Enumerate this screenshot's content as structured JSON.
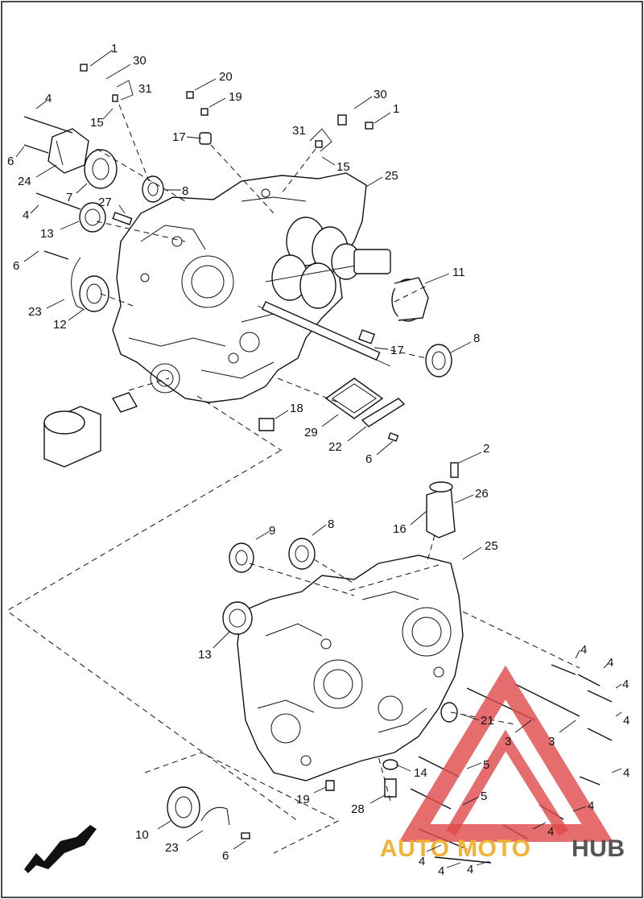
{
  "watermark": {
    "part_a": "AUTO",
    "part_b": "MOTO",
    "part_c": "HUB",
    "colors": {
      "triangle": "#e04848",
      "auto": "#f2b233",
      "moto": "#f2b233",
      "hub": "#555555"
    }
  },
  "callouts": {
    "c_1a": "1",
    "c_30a": "30",
    "c_31a": "31",
    "c_15a": "15",
    "c_20": "20",
    "c_19a": "19",
    "c_17a": "17",
    "c_30b": "30",
    "c_1b": "1",
    "c_31b": "31",
    "c_15b": "15",
    "c_4a": "4",
    "c_6a": "6",
    "c_24": "24",
    "c_8a": "8",
    "c_7": "7",
    "c_27": "27",
    "c_4b": "4",
    "c_13a": "13",
    "c_25a": "25",
    "c_6b": "6",
    "c_11": "11",
    "c_23a": "23",
    "c_12": "12",
    "c_17b": "17",
    "c_8b": "8",
    "c_18": "18",
    "c_29": "29",
    "c_22": "22",
    "c_6c": "6",
    "c_2": "2",
    "c_26": "26",
    "c_16": "16",
    "c_9": "9",
    "c_8c": "8",
    "c_25b": "25",
    "c_13b": "13",
    "c_4c": "4",
    "c_4d": "4",
    "c_4e": "4",
    "c_21": "21",
    "c_3a": "3",
    "c_3b": "3",
    "c_4f": "4",
    "c_5a": "5",
    "c_14": "14",
    "c_4g": "4",
    "c_19b": "19",
    "c_5b": "5",
    "c_28": "28",
    "c_4h": "4",
    "c_4i": "4",
    "c_10": "10",
    "c_23b": "23",
    "c_6d": "6",
    "c_4j": "4",
    "c_4k": "4",
    "c_4l": "4"
  }
}
